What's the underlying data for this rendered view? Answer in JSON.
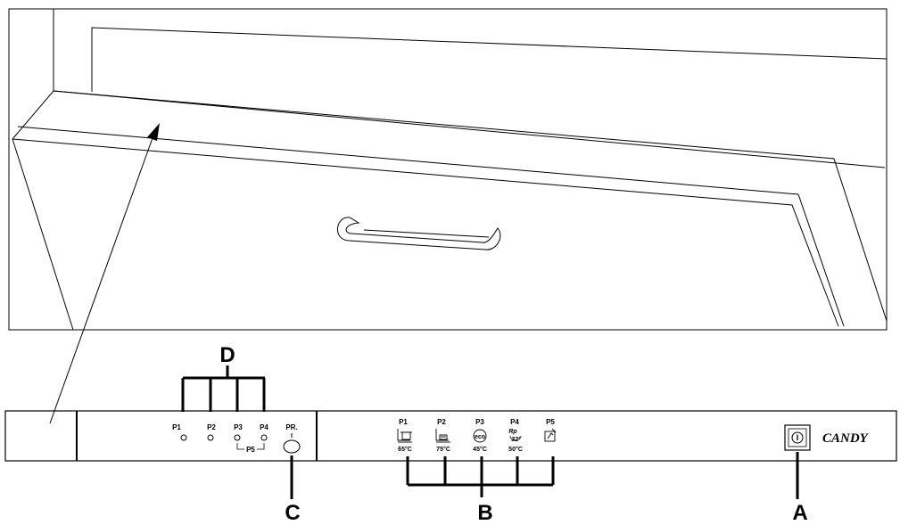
{
  "callouts": {
    "a": "A",
    "b": "B",
    "c": "C",
    "d": "D"
  },
  "left_leds": [
    "P1",
    "P2",
    "P3",
    "P4"
  ],
  "p5_group_label": "P5",
  "pr_button_label": "PR.",
  "programs": [
    {
      "label": "P1",
      "temp": "65°C",
      "icon": "pots-pans-icon"
    },
    {
      "label": "P2",
      "temp": "75°C",
      "icon": "heavy-wash-icon"
    },
    {
      "label": "P3",
      "temp": "45°C",
      "icon": "eco-icon"
    },
    {
      "label": "P4",
      "temp": "50°C",
      "icon": "rapid-32-icon"
    },
    {
      "label": "P5",
      "temp": "",
      "icon": "rinse-hold-icon"
    }
  ],
  "eco_text": "eco",
  "rapid_text": "Rp",
  "rapid_minutes": "32'",
  "power_symbol": "I",
  "brand": "CANDY"
}
